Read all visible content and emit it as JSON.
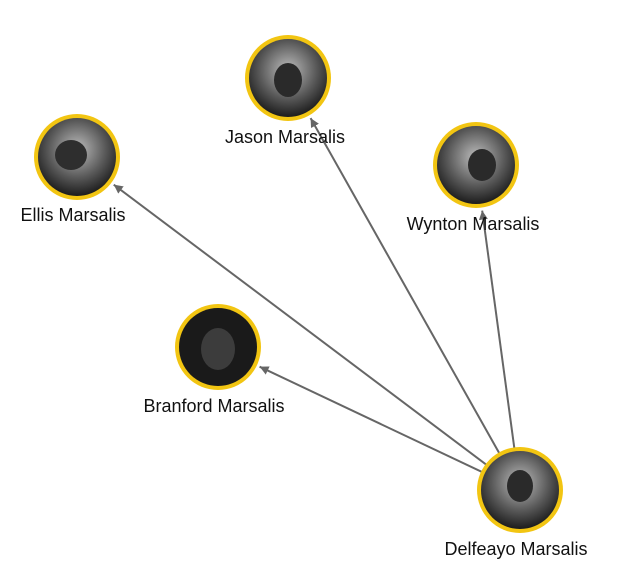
{
  "graph": {
    "node_ring_color": "#f2c512",
    "edge_color": "#666666",
    "nodes": [
      {
        "id": "jason",
        "label": "Jason Marsalis",
        "portrait": "portrait-photo"
      },
      {
        "id": "ellis",
        "label": "Ellis Marsalis",
        "portrait": "portrait-photo"
      },
      {
        "id": "wynton",
        "label": "Wynton Marsalis",
        "portrait": "portrait-photo"
      },
      {
        "id": "branford",
        "label": "Branford Marsalis",
        "portrait": "portrait-photo"
      },
      {
        "id": "delfeayo",
        "label": "Delfeayo Marsalis",
        "portrait": "portrait-photo"
      }
    ],
    "edges": [
      {
        "from": "delfeayo",
        "to": "jason"
      },
      {
        "from": "delfeayo",
        "to": "ellis"
      },
      {
        "from": "delfeayo",
        "to": "wynton"
      },
      {
        "from": "delfeayo",
        "to": "branford"
      }
    ]
  }
}
